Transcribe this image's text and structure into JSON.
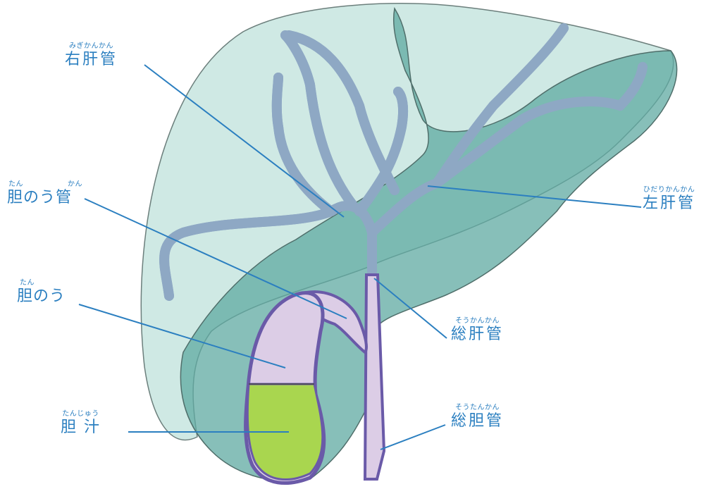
{
  "colors": {
    "label_blue": "#2b7fc0",
    "liver_light": "#cfe9e4",
    "liver_dark": "#5fa9a1",
    "duct": "#8ea8c4",
    "gallbladder": "#dccde6",
    "bile": "#a9d64f",
    "outline_purple": "#6a5aa8"
  },
  "labels": {
    "right_hepatic_duct": {
      "ruby": "みぎかんかん",
      "text": "右肝管"
    },
    "cystic_duct": {
      "ruby_a": "たん",
      "ruby_b": "かん",
      "text": "胆のう管"
    },
    "gallbladder": {
      "ruby": "たん",
      "text": "胆のう"
    },
    "bile": {
      "ruby": "たんじゅう",
      "text": "胆 汁"
    },
    "left_hepatic_duct": {
      "ruby": "ひだりかんかん",
      "text": "左肝管"
    },
    "common_hepatic_duct": {
      "ruby": "そうかんかん",
      "text": "総肝管"
    },
    "common_bile_duct": {
      "ruby": "そうたんかん",
      "text": "総胆管"
    }
  }
}
